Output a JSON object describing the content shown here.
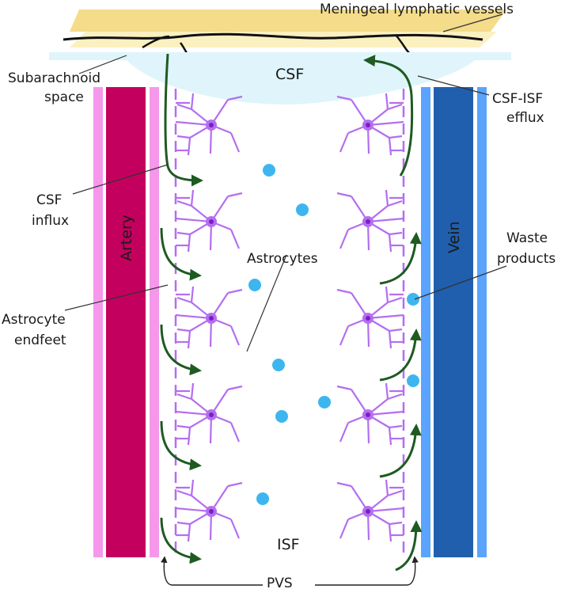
{
  "labels": {
    "meningeal_lymphatic_vessels": "Meningeal lymphatic vessels",
    "subarachnoid_line1": "Subarachnoid",
    "subarachnoid_line2": "space",
    "csf": "CSF",
    "csf_isf_efflux_line1": "CSF-ISF",
    "csf_isf_efflux_line2": "efflux",
    "csf_influx_line1": "CSF",
    "csf_influx_line2": "influx",
    "artery": "Artery",
    "vein": "Vein",
    "astrocytes": "Astrocytes",
    "waste_line1": "Waste",
    "waste_line2": "products",
    "astrocyte_endfeet_line1": "Astrocyte",
    "astrocyte_endfeet_line2": "endfeet",
    "isf": "ISF",
    "pvs": "PVS"
  },
  "colors": {
    "lymphatic_band": "#f4dc8a",
    "lymphatic_band_back": "#fbf0c0",
    "csf_space": "#dff5fb",
    "artery_outer": "#f598ec",
    "artery_inner": "#c4005e",
    "vein_outer": "#5aa4ff",
    "vein_inner": "#1f5fae",
    "astrocyte": "#b46ef0",
    "astrocyte_soma": "#7a1fc2",
    "flow_arrow": "#1e5a22",
    "waste_dot": "#3db6f0",
    "leader_line": "#333333"
  },
  "icons": {
    "astrocyte": "astrocyte-cell-icon",
    "waste": "waste-particle-icon",
    "flow": "flow-arrow-icon"
  }
}
